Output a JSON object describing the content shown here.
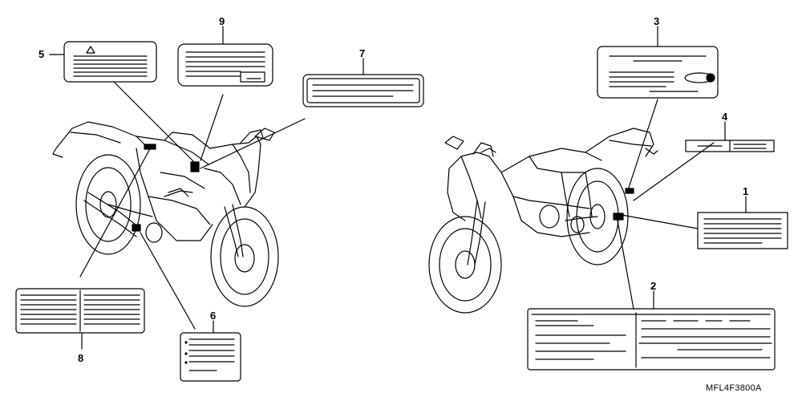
{
  "callouts": [
    "1",
    "2",
    "3",
    "4",
    "5",
    "6",
    "7",
    "8",
    "9"
  ],
  "diagram_code": "MFL4F3800A",
  "icons": [
    "warning-triangle-icon"
  ],
  "colors": {
    "ink": "#000000",
    "paper": "#ffffff"
  }
}
